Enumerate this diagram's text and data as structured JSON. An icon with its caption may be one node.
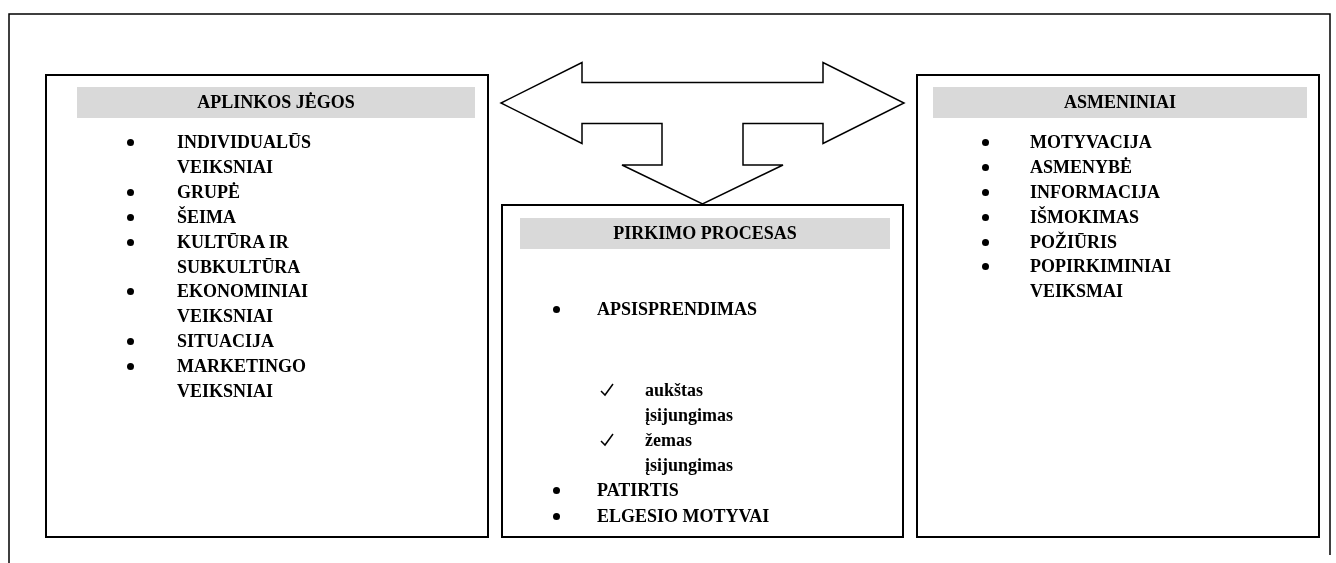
{
  "diagram": {
    "nodes": [
      {
        "text": [
          "APLINKOS JĖGOS",
          "INDIVIDUALŪS VEIKSNIAI",
          "GRUPĖ",
          "ŠEIMA",
          "KULTŪRA IR SUBKULTŪRA",
          "EKONOMINIAI VEIKSNIAI",
          "SITUACIJA",
          "MARKETINGO VEIKSNIAI"
        ]
      },
      {
        "text": [
          "PIRKIMO PROCESAS",
          "APSISPRENDIMAS",
          "aukštas įsijungimas",
          "žemas įsijungimas",
          "PATIRTIS",
          "ELGESIO MOTYVAI"
        ]
      },
      {
        "text": [
          "ASMENINIAI",
          "MOTYVACIJA",
          "ASMENYBĖ",
          "INFORMACIJA",
          "IŠMOKIMAS",
          "POŽIŪRIS",
          "POPIRKIMINIAI VEIKSMAI"
        ]
      }
    ],
    "edges": [
      {
        "from": 0,
        "to": 2,
        "arrow": "both"
      },
      {
        "from": null,
        "to": 1,
        "arrow": "to"
      }
    ]
  }
}
